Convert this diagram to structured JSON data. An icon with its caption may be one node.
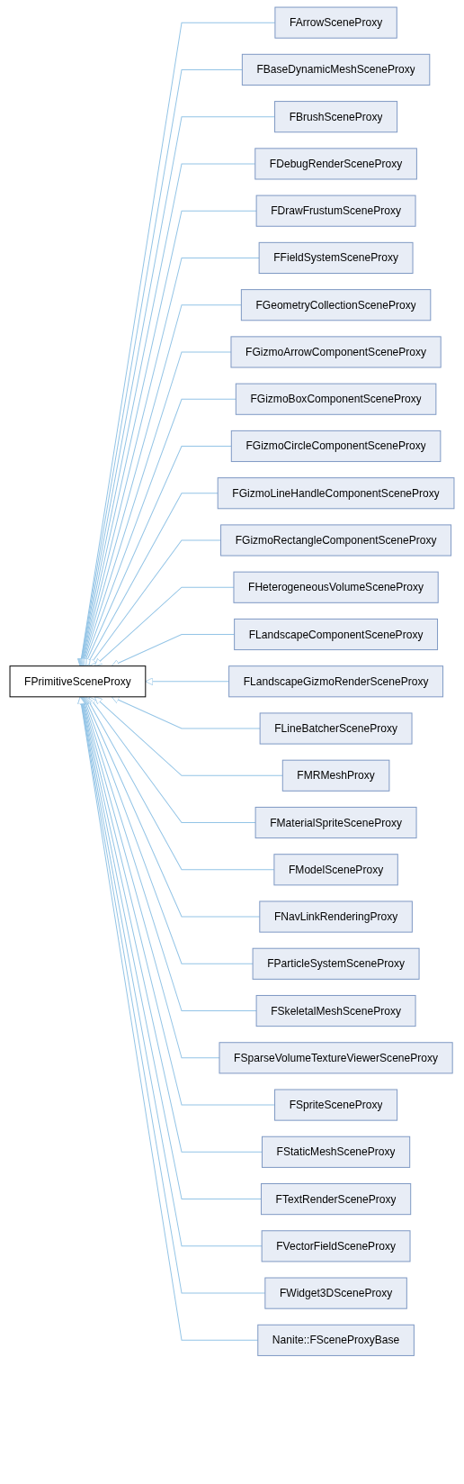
{
  "diagram": {
    "nodes": [
      {
        "text": [
          "FPrimitiveSceneProxy"
        ]
      },
      {
        "text": [
          "FArrowSceneProxy"
        ]
      },
      {
        "text": [
          "FBaseDynamicMeshSceneProxy"
        ]
      },
      {
        "text": [
          "FBrushSceneProxy"
        ]
      },
      {
        "text": [
          "FDebugRenderSceneProxy"
        ]
      },
      {
        "text": [
          "FDrawFrustumSceneProxy"
        ]
      },
      {
        "text": [
          "FFieldSystemSceneProxy"
        ]
      },
      {
        "text": [
          "FGeometryCollectionSceneProxy"
        ]
      },
      {
        "text": [
          "FGizmoArrowComponentSceneProxy"
        ]
      },
      {
        "text": [
          "FGizmoBoxComponentSceneProxy"
        ]
      },
      {
        "text": [
          "FGizmoCircleComponentSceneProxy"
        ]
      },
      {
        "text": [
          "FGizmoLineHandleComponentSceneProxy"
        ]
      },
      {
        "text": [
          "FGizmoRectangleComponentSceneProxy"
        ]
      },
      {
        "text": [
          "FHeterogeneousVolumeSceneProxy"
        ]
      },
      {
        "text": [
          "FLandscapeComponentSceneProxy"
        ]
      },
      {
        "text": [
          "FLandscapeGizmoRenderSceneProxy"
        ]
      },
      {
        "text": [
          "FLineBatcherSceneProxy"
        ]
      },
      {
        "text": [
          "FMRMeshProxy"
        ]
      },
      {
        "text": [
          "FMaterialSpriteSceneProxy"
        ]
      },
      {
        "text": [
          "FModelSceneProxy"
        ]
      },
      {
        "text": [
          "FNavLinkRenderingProxy"
        ]
      },
      {
        "text": [
          "FParticleSystemSceneProxy"
        ]
      },
      {
        "text": [
          "FSkeletalMeshSceneProxy"
        ]
      },
      {
        "text": [
          "FSparseVolumeTextureViewerSceneProxy"
        ]
      },
      {
        "text": [
          "FSpriteSceneProxy"
        ]
      },
      {
        "text": [
          "FStaticMeshSceneProxy"
        ]
      },
      {
        "text": [
          "FTextRenderSceneProxy"
        ]
      },
      {
        "text": [
          "FVectorFieldSceneProxy"
        ]
      },
      {
        "text": [
          "FWidget3DSceneProxy"
        ]
      },
      {
        "text": [
          "Nanite::FSceneProxyBase"
        ]
      }
    ],
    "edges": [
      {
        "from": 1,
        "to": 0,
        "arrow": "to"
      },
      {
        "from": 2,
        "to": 0,
        "arrow": "to"
      },
      {
        "from": 3,
        "to": 0,
        "arrow": "to"
      },
      {
        "from": 4,
        "to": 0,
        "arrow": "to"
      },
      {
        "from": 5,
        "to": 0,
        "arrow": "to"
      },
      {
        "from": 6,
        "to": 0,
        "arrow": "to"
      },
      {
        "from": 7,
        "to": 0,
        "arrow": "to"
      },
      {
        "from": 8,
        "to": 0,
        "arrow": "to"
      },
      {
        "from": 9,
        "to": 0,
        "arrow": "to"
      },
      {
        "from": 10,
        "to": 0,
        "arrow": "to"
      },
      {
        "from": 11,
        "to": 0,
        "arrow": "to"
      },
      {
        "from": 12,
        "to": 0,
        "arrow": "to"
      },
      {
        "from": 13,
        "to": 0,
        "arrow": "to"
      },
      {
        "from": 14,
        "to": 0,
        "arrow": "to"
      },
      {
        "from": 15,
        "to": 0,
        "arrow": "to"
      },
      {
        "from": 16,
        "to": 0,
        "arrow": "to"
      },
      {
        "from": 17,
        "to": 0,
        "arrow": "to"
      },
      {
        "from": 18,
        "to": 0,
        "arrow": "to"
      },
      {
        "from": 19,
        "to": 0,
        "arrow": "to"
      },
      {
        "from": 20,
        "to": 0,
        "arrow": "to"
      },
      {
        "from": 21,
        "to": 0,
        "arrow": "to"
      },
      {
        "from": 22,
        "to": 0,
        "arrow": "to"
      },
      {
        "from": 23,
        "to": 0,
        "arrow": "to"
      },
      {
        "from": 24,
        "to": 0,
        "arrow": "to"
      },
      {
        "from": 25,
        "to": 0,
        "arrow": "to"
      },
      {
        "from": 26,
        "to": 0,
        "arrow": "to"
      },
      {
        "from": 27,
        "to": 0,
        "arrow": "to"
      },
      {
        "from": 28,
        "to": 0,
        "arrow": "to"
      },
      {
        "from": 29,
        "to": 0,
        "arrow": "to"
      }
    ]
  }
}
